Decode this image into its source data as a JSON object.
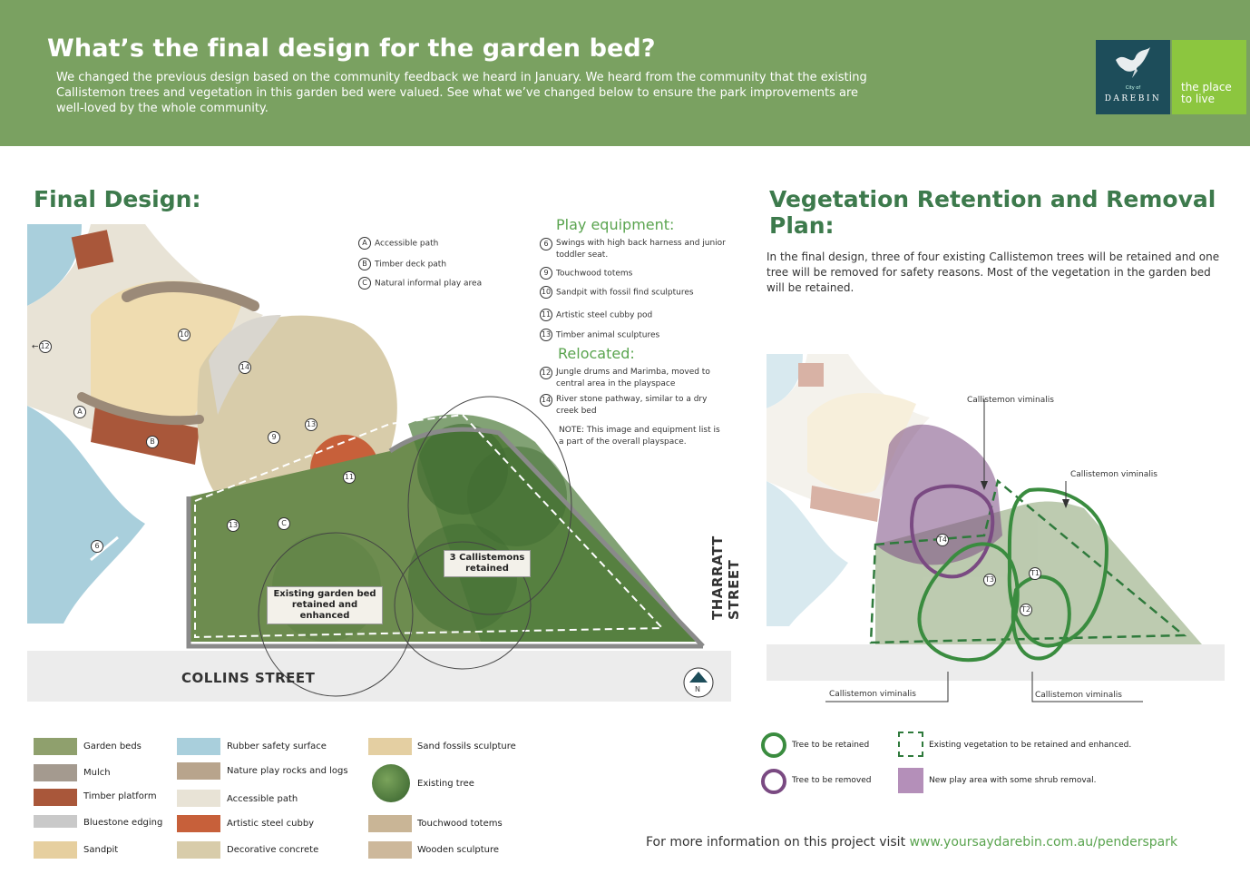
{
  "header": {
    "title": "What’s the final design for the garden bed?",
    "intro": "We changed the previous design based on the community feedback we heard in January. We heard from the community that the existing Callistemon trees and vegetation in this garden bed were valued. See what we’ve changed below to ensure the park improvements are well-loved by the whole community.",
    "logo_small": "City of",
    "logo_name": "DAREBIN",
    "tagline_1": "the place",
    "tagline_2": "to live"
  },
  "left": {
    "title": "Final Design:",
    "paths": [
      {
        "code": "A",
        "label": "Accessible path"
      },
      {
        "code": "B",
        "label": "Timber deck path"
      },
      {
        "code": "C",
        "label": "Natural informal play area"
      }
    ],
    "play_heading": "Play equipment:",
    "play": [
      {
        "code": "6",
        "label": "Swings with high back harness and junior toddler seat."
      },
      {
        "code": "9",
        "label": "Touchwood totems"
      },
      {
        "code": "10",
        "label": "Sandpit with fossil find sculptures"
      },
      {
        "code": "11",
        "label": "Artistic steel cubby pod"
      },
      {
        "code": "13",
        "label": "Timber animal sculptures"
      }
    ],
    "relocated_heading": "Relocated:",
    "relocated": [
      {
        "code": "12",
        "label": "Jungle drums and Marimba, moved to central area in the playspace"
      },
      {
        "code": "14",
        "label": "River stone pathway, similar to a dry creek bed"
      }
    ],
    "note": "NOTE: This image and equipment list is a part of the overall playspace.",
    "tag_callistemons": "3 Callistemons retained",
    "tag_garden": "Existing garden bed retained and enhanced",
    "street_collins": "COLLINS STREET",
    "street_tharratt": "THARRATT STREET",
    "north": "N",
    "markers": {
      "m10": "10",
      "m12": "12",
      "m14": "14",
      "mA": "A",
      "mB": "B",
      "m9": "9",
      "m13a": "13",
      "m11": "11",
      "m13b": "13",
      "mC": "C",
      "m6": "6"
    }
  },
  "right": {
    "title": "Vegetation Retention and Removal Plan:",
    "intro": "In the final design, three of four existing Callistemon trees will be retained and one tree will be removed for safety reasons. Most of the vegetation in the garden bed will be retained.",
    "callout_1": "Callistemon viminalis",
    "callout_2": "Callistemon viminalis",
    "callout_3": "Callistemon viminalis",
    "callout_4": "Callistemon viminalis",
    "trees": {
      "t1": "T1",
      "t2": "T2",
      "t3": "T3",
      "t4": "T4"
    }
  },
  "key": {
    "retained": "Tree to be retained",
    "removed": "Tree to be removed",
    "existing_veg": "Existing vegetation to be retained and enhanced.",
    "new_play": "New play area with some shrub removal."
  },
  "materials": {
    "col1": [
      "Garden beds",
      "Mulch",
      "Timber platform",
      "Bluestone edging",
      "Sandpit"
    ],
    "col2": [
      "Rubber safety surface",
      "Nature play rocks and logs",
      "Accessible path",
      "Artistic steel cubby",
      "Decorative concrete"
    ],
    "col3": [
      "Sand fossils sculpture",
      "Existing tree",
      "Touchwood totems",
      "Wooden sculpture"
    ]
  },
  "colors": {
    "header_bg": "#7aa161",
    "title_green": "#3d7a4c",
    "accent_green": "#5aa44f",
    "logo_blue": "#1d4d5a",
    "logo_lime": "#8cc63f",
    "remove_purple": "#7a4a82"
  },
  "footer": {
    "text": "For more information on this project visit",
    "url": "www.yoursaydarebin.com.au/penderspark"
  }
}
